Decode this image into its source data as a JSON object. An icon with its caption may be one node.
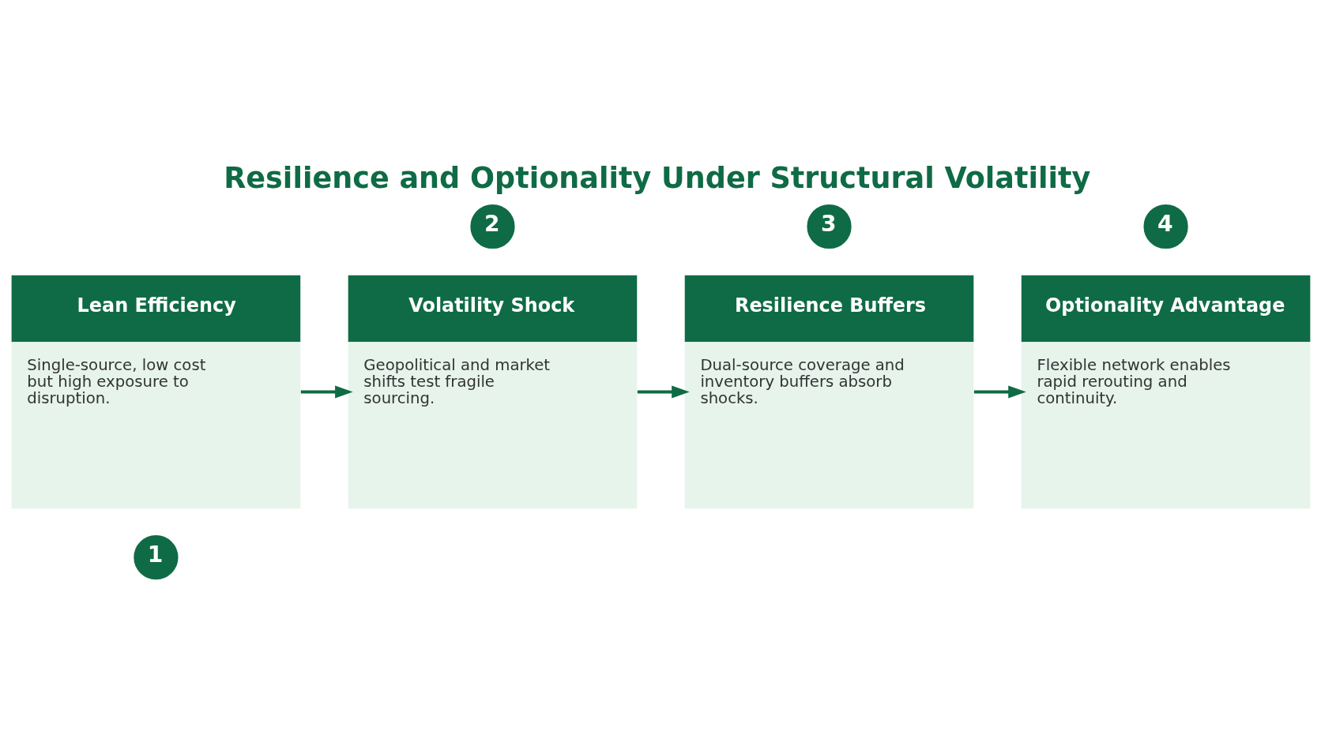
{
  "diagram": {
    "title": "Resilience and Optionality Under Structural Volatility",
    "nodes": [
      {
        "text": [
          "1"
        ]
      },
      {
        "text": [
          "Lean Efficiency",
          "Single-source, low cost but high exposure to disruption."
        ]
      },
      {
        "text": [
          "2"
        ]
      },
      {
        "text": [
          "Volatility Shock",
          "Geopolitical and market shifts test fragile sourcing."
        ]
      },
      {
        "text": [
          "3"
        ]
      },
      {
        "text": [
          "Resilience Buffers",
          "Dual-source coverage and inventory buffers absorb shocks."
        ]
      },
      {
        "text": [
          "4"
        ]
      },
      {
        "text": [
          "Optionality Advantage",
          "Flexible network enables rapid rerouting and continuity."
        ]
      }
    ],
    "edges": [
      {
        "from": 1,
        "to": 3,
        "arrow": "to"
      },
      {
        "from": 3,
        "to": 5,
        "arrow": "to"
      },
      {
        "from": 5,
        "to": 7,
        "arrow": "to"
      }
    ]
  }
}
